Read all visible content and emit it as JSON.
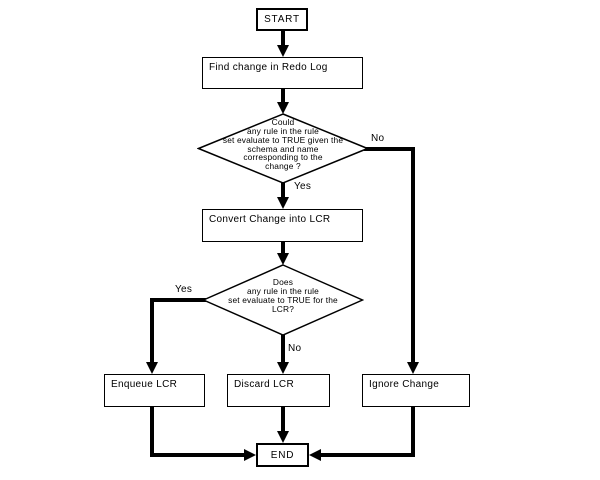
{
  "nodes": {
    "start": {
      "label": "START"
    },
    "find_change": {
      "label": "Find change in Redo Log"
    },
    "decision_schema": {
      "label": "Could\nany rule in the rule\nset evaluate to TRUE given the\nschema and name\ncorresponding to the\nchange ?"
    },
    "convert_change": {
      "label": "Convert Change into LCR"
    },
    "decision_lcr": {
      "label": "Does\nany rule in the rule\nset evaluate to TRUE for the\nLCR?"
    },
    "enqueue_lcr": {
      "label": "Enqueue LCR"
    },
    "discard_lcr": {
      "label": "Discard LCR"
    },
    "ignore_change": {
      "label": "Ignore Change"
    },
    "end": {
      "label": "END"
    }
  },
  "edge_labels": {
    "schema_no": "No",
    "schema_yes": "Yes",
    "lcr_yes": "Yes",
    "lcr_no": "No"
  },
  "colors": {
    "ink": "#000000",
    "node_fill": "#ffffff",
    "background": "#ffffff"
  }
}
